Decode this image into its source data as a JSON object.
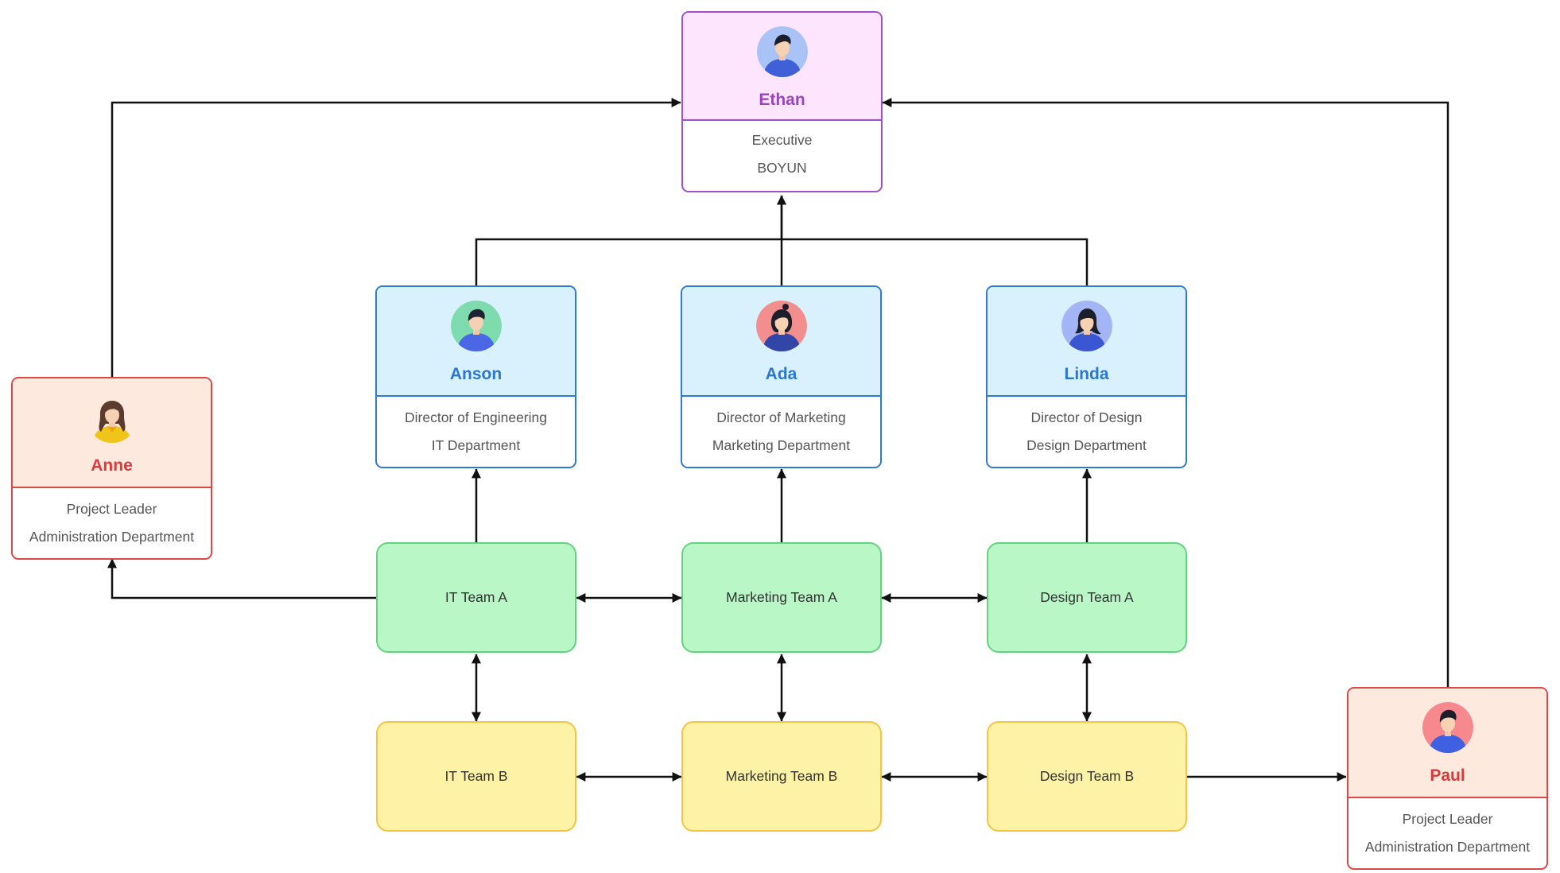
{
  "people": {
    "ethan": {
      "name": "Ethan",
      "title": "Executive",
      "org": "BOYUN"
    },
    "anson": {
      "name": "Anson",
      "title": "Director of Engineering",
      "org": "IT Department"
    },
    "ada": {
      "name": "Ada",
      "title": "Director of Marketing",
      "org": "Marketing Department"
    },
    "linda": {
      "name": "Linda",
      "title": "Director of Design",
      "org": "Design Department"
    },
    "anne": {
      "name": "Anne",
      "title": "Project Leader",
      "org": "Administration Department"
    },
    "paul": {
      "name": "Paul",
      "title": "Project Leader",
      "org": "Administration Department"
    }
  },
  "teams": {
    "it_a": "IT Team A",
    "marketing_a": "Marketing Team A",
    "design_a": "Design Team A",
    "it_b": "IT Team B",
    "marketing_b": "Marketing Team B",
    "design_b": "Design Team B"
  },
  "avatars": {
    "ethan": "man-avatar-icon",
    "anson": "man-avatar-icon",
    "ada": "woman-avatar-icon",
    "linda": "woman-avatar-icon",
    "anne": "girl-avatar-icon",
    "paul": "man-avatar-icon"
  },
  "colors": {
    "executive": "#a34fc9",
    "director": "#2f7bd4",
    "project_leader": "#da4848",
    "team_a_fill": "#baf7c6",
    "team_b_fill": "#fdf2a5",
    "connector": "#111111"
  },
  "connections": [
    {
      "from": "Anson",
      "to": "Ethan",
      "arrow": "to"
    },
    {
      "from": "Ada",
      "to": "Ethan",
      "arrow": "to"
    },
    {
      "from": "Linda",
      "to": "Ethan",
      "arrow": "to"
    },
    {
      "from": "Anne",
      "to": "Ethan",
      "arrow": "to"
    },
    {
      "from": "Paul",
      "to": "Ethan",
      "arrow": "to"
    },
    {
      "from": "IT Team A",
      "to": "Anson",
      "arrow": "to"
    },
    {
      "from": "Marketing Team A",
      "to": "Ada",
      "arrow": "to"
    },
    {
      "from": "Design Team A",
      "to": "Linda",
      "arrow": "to"
    },
    {
      "from": "IT Team A",
      "to": "Anne",
      "arrow": "to"
    },
    {
      "from": "IT Team A",
      "to": "Marketing Team A",
      "arrow": "both"
    },
    {
      "from": "Marketing Team A",
      "to": "Design Team A",
      "arrow": "both"
    },
    {
      "from": "IT Team A",
      "to": "IT Team B",
      "arrow": "both"
    },
    {
      "from": "Marketing Team A",
      "to": "Marketing Team B",
      "arrow": "both"
    },
    {
      "from": "Design Team A",
      "to": "Design Team B",
      "arrow": "both"
    },
    {
      "from": "IT Team B",
      "to": "Marketing Team B",
      "arrow": "both"
    },
    {
      "from": "Marketing Team B",
      "to": "Design Team B",
      "arrow": "both"
    },
    {
      "from": "Design Team B",
      "to": "Paul",
      "arrow": "to"
    }
  ]
}
